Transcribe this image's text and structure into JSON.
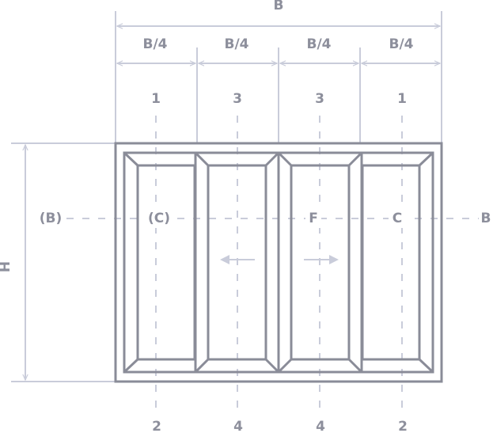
{
  "overall_width_label": "B",
  "height_label": "H",
  "segment_labels": [
    "B/4",
    "B/4",
    "B/4",
    "B/4"
  ],
  "top_numbers": [
    "1",
    "3",
    "3",
    "1"
  ],
  "bottom_numbers": [
    "2",
    "4",
    "4",
    "2"
  ],
  "axis_labels": {
    "left": "(B)",
    "panel1": "(C)",
    "panel3": "F",
    "panel4": "C",
    "right": "B"
  },
  "colors": {
    "dimension_lines": "#c9ccda",
    "frame": "#8a8c98",
    "labels": "#8d8f9c"
  }
}
